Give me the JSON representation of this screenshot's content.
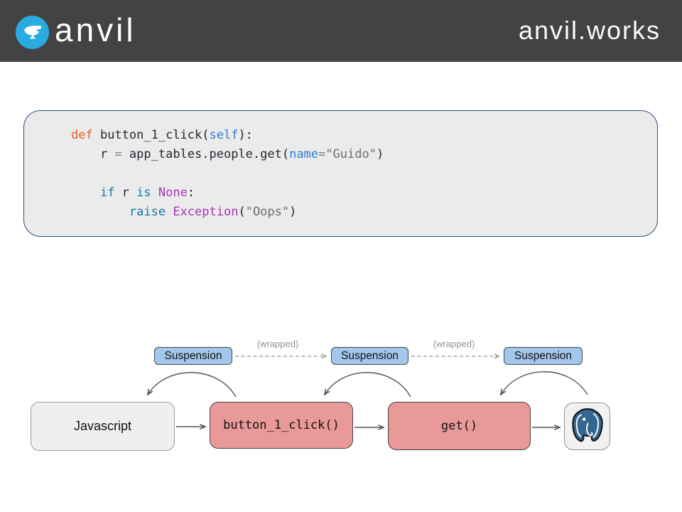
{
  "header": {
    "brand": "anvil",
    "site": "anvil.works",
    "bg_color": "#434343",
    "logo_blue": "#29abe2"
  },
  "code": {
    "token_colors": {
      "kw": "#f05b22",
      "kw2": "#137aa8",
      "cls": "#a837b3",
      "arg": "#2e7cd6",
      "str": "#6d6d6d",
      "op": "#7d7d7d",
      "pl": "#24282f"
    },
    "lines": [
      [
        [
          "kw",
          "def"
        ],
        [
          "pl",
          " button_1_click("
        ],
        [
          "arg",
          "self"
        ],
        [
          "pl",
          "):"
        ]
      ],
      [
        [
          "pl",
          "    r "
        ],
        [
          "op",
          "="
        ],
        [
          "pl",
          " app_tables.people.get("
        ],
        [
          "arg",
          "name"
        ],
        [
          "op",
          "="
        ],
        [
          "str",
          "\"Guido\""
        ],
        [
          "pl",
          ")"
        ]
      ],
      [],
      [
        [
          "pl",
          "    "
        ],
        [
          "kw2",
          "if"
        ],
        [
          "pl",
          " r "
        ],
        [
          "kw2",
          "is"
        ],
        [
          "pl",
          " "
        ],
        [
          "cls",
          "None"
        ],
        [
          "pl",
          ":"
        ]
      ],
      [
        [
          "pl",
          "        "
        ],
        [
          "kw2",
          "raise"
        ],
        [
          "pl",
          " "
        ],
        [
          "cls",
          "Exception"
        ],
        [
          "pl",
          "("
        ],
        [
          "str",
          "\"Oops\""
        ],
        [
          "pl",
          ")"
        ]
      ]
    ]
  },
  "diagram": {
    "boxes": [
      {
        "label": "Javascript"
      },
      {
        "label": "button_1_click()"
      },
      {
        "label": "get()"
      },
      {
        "label": "",
        "icon": "postgresql-elephant"
      }
    ],
    "suspensions": [
      {
        "label": "Suspension"
      },
      {
        "label": "Suspension"
      },
      {
        "label": "Suspension"
      }
    ],
    "wrapped": [
      {
        "text": "(wrapped)"
      },
      {
        "text": "(wrapped)"
      }
    ],
    "colors": {
      "suspension_fill": "#a2c7ea",
      "accent_fill": "#ea9999",
      "plain_fill": "#efefef",
      "postgres_blue": "#336791",
      "arrow": "#555555",
      "dashed_arrow": "#949494"
    }
  }
}
